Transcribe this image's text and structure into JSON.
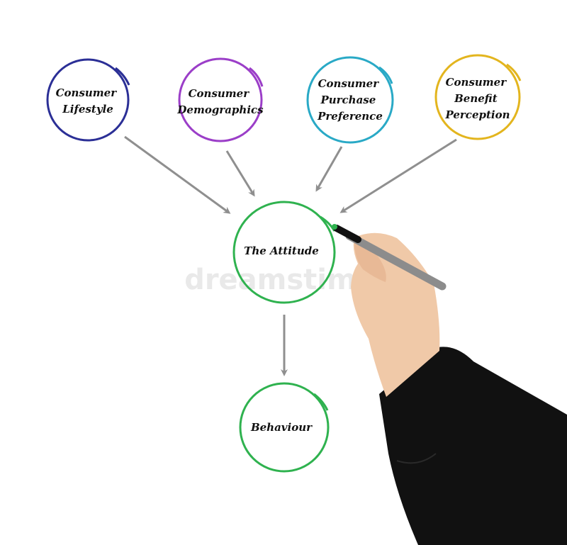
{
  "diagram": {
    "watermark": "dreamstime",
    "influences": [
      {
        "id": "lifestyle",
        "lines": [
          "Consumer",
          "Lifestyle"
        ],
        "color": "#2b2f96"
      },
      {
        "id": "demographics",
        "lines": [
          "Consumer",
          "Demographics"
        ],
        "color": "#9b3ec8"
      },
      {
        "id": "purchase",
        "lines": [
          "Consumer",
          "Purchase",
          "Preference"
        ],
        "color": "#29a9c6"
      },
      {
        "id": "benefit",
        "lines": [
          "Consumer",
          "Benefit",
          "Perception"
        ],
        "color": "#e3b51e"
      }
    ],
    "center": {
      "id": "attitude",
      "lines": [
        "The Attitude"
      ],
      "color": "#2fb24f"
    },
    "outcome": {
      "id": "behaviour",
      "lines": [
        "Behaviour"
      ],
      "color": "#2fb24f"
    },
    "arrow_color": "#8f8f8f"
  }
}
